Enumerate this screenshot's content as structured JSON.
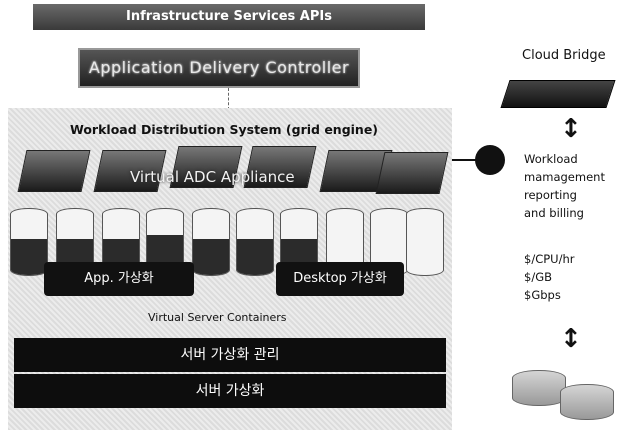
{
  "top": {
    "apis_label": "Infrastructure Services APIs",
    "adc_label": "Application Delivery Controller"
  },
  "main": {
    "wds_label": "Workload Distribution System (grid engine)",
    "virtual_adc_label": "Virtual ADC Appliance",
    "app_virt_label": "App. 가상화",
    "desktop_virt_label": "Desktop 가상화",
    "containers_label": "Virtual Server Containers",
    "server_mgmt_label": "서버 가상화 관리",
    "server_virt_label": "서버 가상화"
  },
  "right": {
    "cloud_bridge_label": "Cloud Bridge",
    "workload_lines": [
      "Workload",
      "mamagement",
      "reporting",
      "and billing"
    ],
    "price_lines": [
      "$/CPU/hr",
      "$/GB",
      "$Gbps"
    ]
  },
  "cylinder_levels": [
    0.55,
    0.55,
    0.55,
    0.6,
    0.55,
    0.55,
    0.55,
    0.0,
    0.0,
    0.0,
    0.0
  ],
  "colors": {
    "band": "#3a3a3a",
    "fill": "#2b2b2b",
    "background_pattern": "#e6e6e6"
  }
}
